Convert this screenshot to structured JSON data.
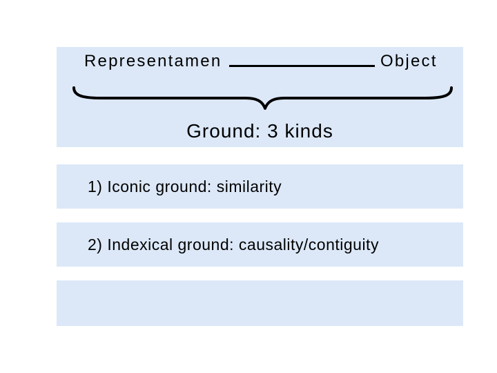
{
  "slide": {
    "background_color": "#ffffff",
    "panel_color": "#dce8f8",
    "ink_color": "#000000"
  },
  "diagram": {
    "left_term": "Representamen",
    "right_term": "Object",
    "brace_label": "Ground: 3 kinds"
  },
  "list": {
    "items": [
      "1) Iconic ground: similarity",
      "2) Indexical ground: causality/contiguity",
      ""
    ]
  }
}
